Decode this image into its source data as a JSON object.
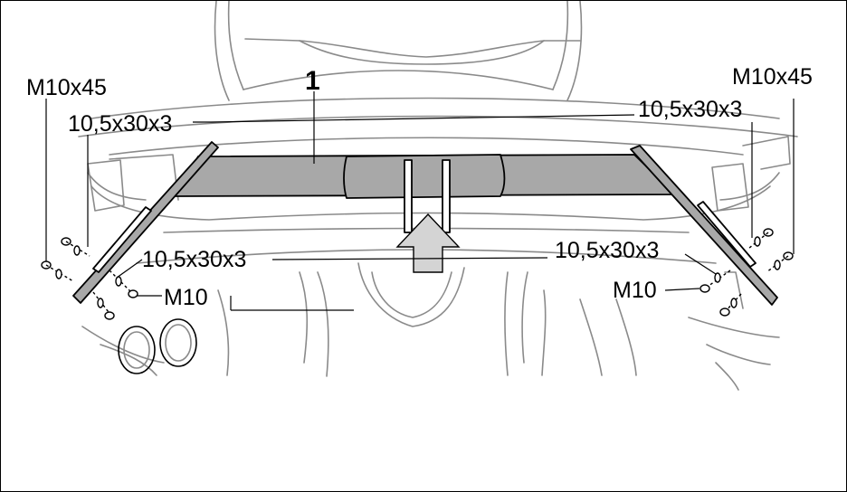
{
  "colors": {
    "ink": "#000000",
    "paper": "#ffffff",
    "car_line": "#8a8a8a",
    "part_fill": "#a8a8a8",
    "arrow_fill": "#d4d4d4"
  },
  "labels": {
    "part_number": "1",
    "bolt_left": "M10x45",
    "bolt_right": "M10x45",
    "washer_upper_left": "10,5x30x3",
    "washer_upper_right": "10,5x30x3",
    "washer_lower_left": "10,5x30x3",
    "washer_lower_right": "10,5x30x3",
    "nut_left": "M10",
    "nut_right": "M10"
  },
  "icons": {
    "assembly_arrow": "up-arrow-icon"
  }
}
